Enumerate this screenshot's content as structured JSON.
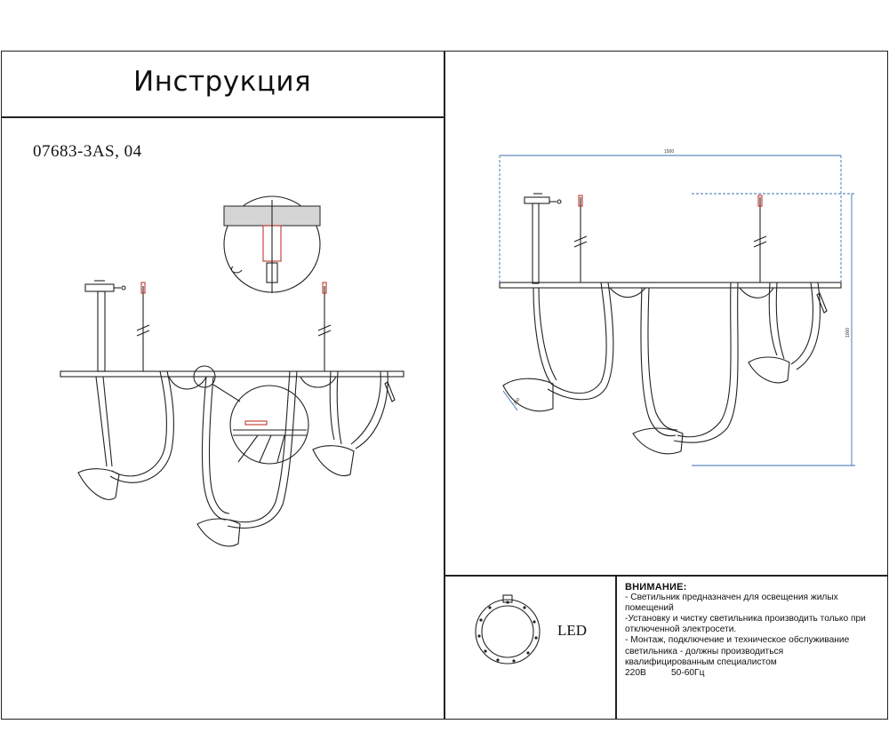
{
  "header": {
    "title": "Инструкция"
  },
  "product": {
    "model": "07683-3AS, 04"
  },
  "dimensions": {
    "width": "1500",
    "height": "1000",
    "shade": "250"
  },
  "led": {
    "label": "LED"
  },
  "warning": {
    "title": "ВНИМАНИЕ:",
    "lines": [
      "- Светильник предназначен для освещения жилых",
      "помещений",
      "-Установку и чистку светильника производить только при",
      "отключенной электросети.",
      "- Монтаж, подключение и техническое обслуживание",
      "светильника - должны производиться",
      "квалифицированным специалистом"
    ],
    "voltage": "220В",
    "frequency": "50-60Гц"
  },
  "colors": {
    "line": "#222222",
    "dimension": "#3a6fb0",
    "wire_red": "#c0392b"
  }
}
